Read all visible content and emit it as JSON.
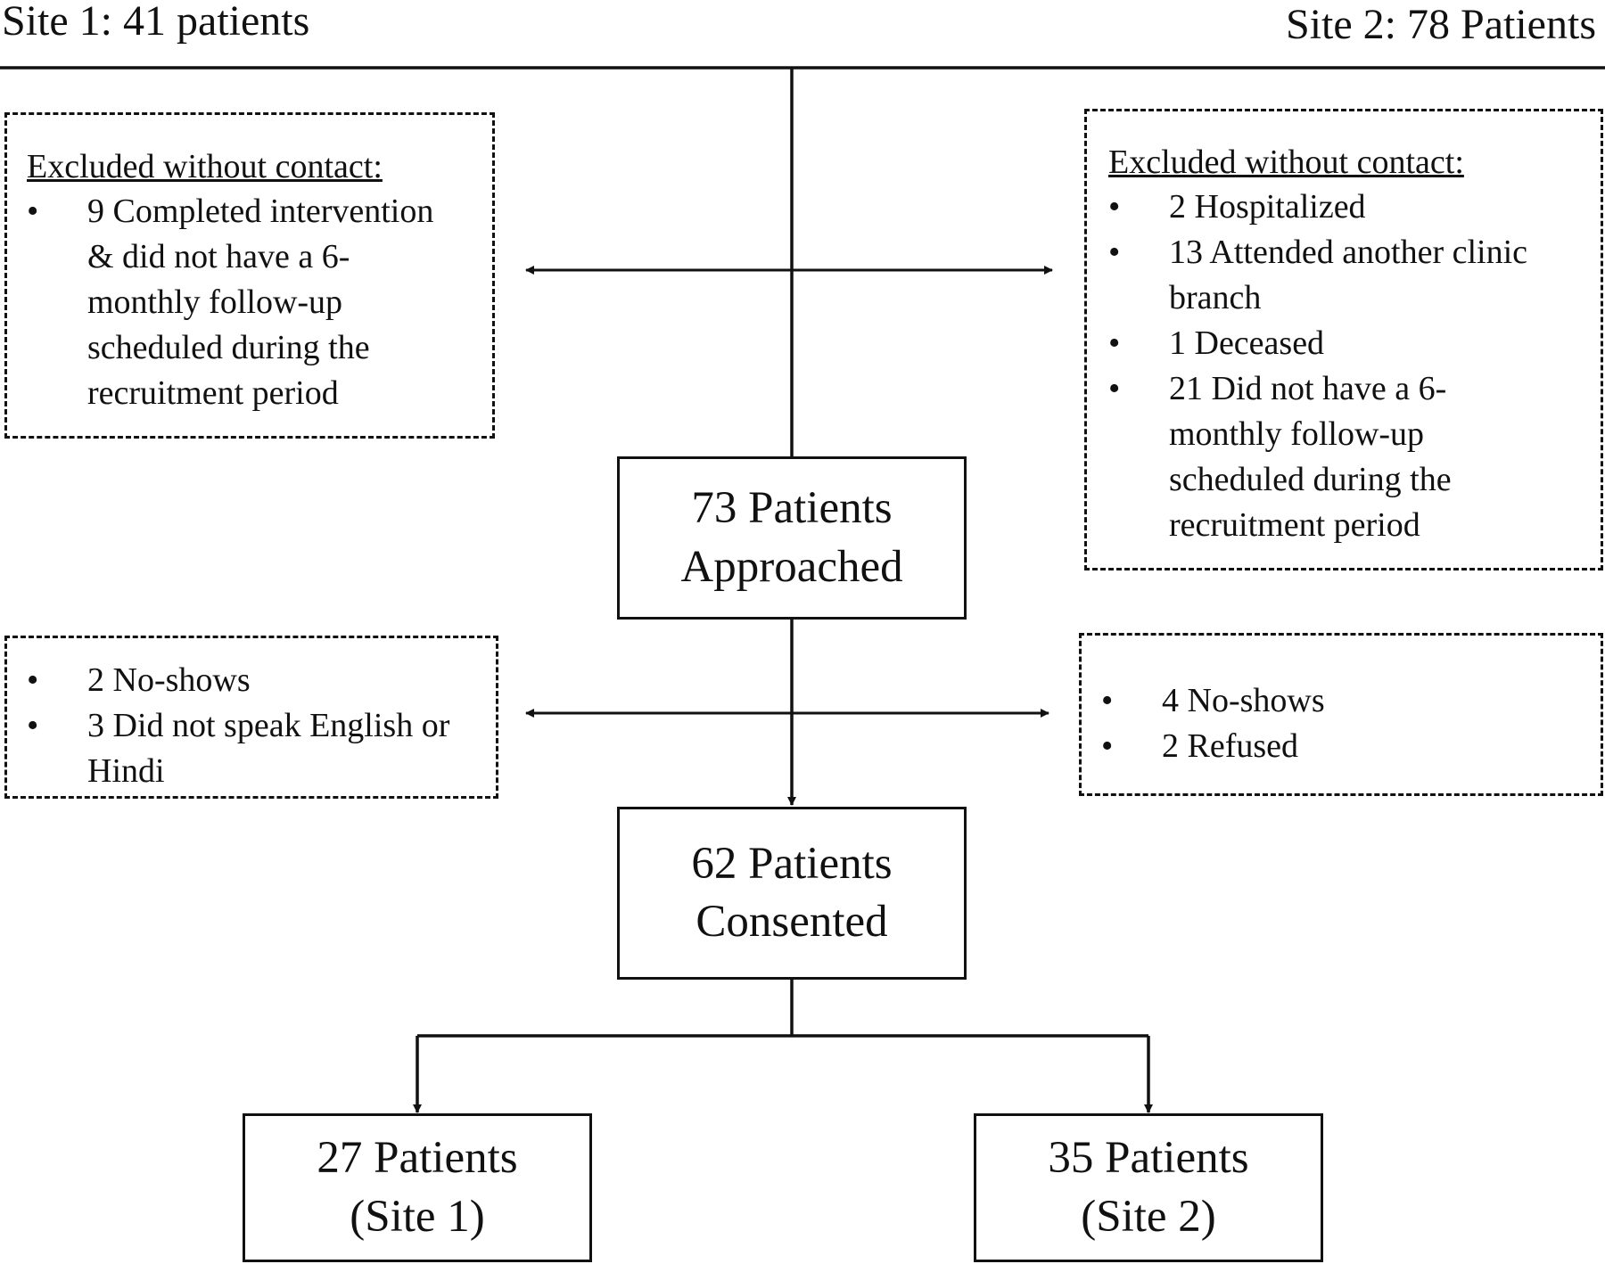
{
  "sites": {
    "site1": "Site 1: 41 patients",
    "site2": "Site 2: 78 Patients"
  },
  "excluded_left": {
    "heading": "Excluded without contact:",
    "items": [
      "9 Completed intervention & did not have a 6-monthly follow-up scheduled during the recruitment period"
    ]
  },
  "excluded_right": {
    "heading": "Excluded without contact:",
    "items": [
      "2 Hospitalized",
      "13 Attended another clinic branch",
      "1 Deceased",
      "21 Did not have a 6-monthly follow-up scheduled during the recruitment period"
    ]
  },
  "approached": {
    "line1": "73 Patients",
    "line2": "Approached"
  },
  "dropouts_left": {
    "items": [
      "2 No-shows",
      "3 Did not speak English or Hindi"
    ]
  },
  "dropouts_right": {
    "items": [
      "4 No-shows",
      "2 Refused"
    ]
  },
  "consented": {
    "line1": "62 Patients",
    "line2": "Consented"
  },
  "site1_result": {
    "line1": "27 Patients",
    "line2": "(Site 1)"
  },
  "site2_result": {
    "line1": "35 Patients",
    "line2": "(Site 2)"
  }
}
